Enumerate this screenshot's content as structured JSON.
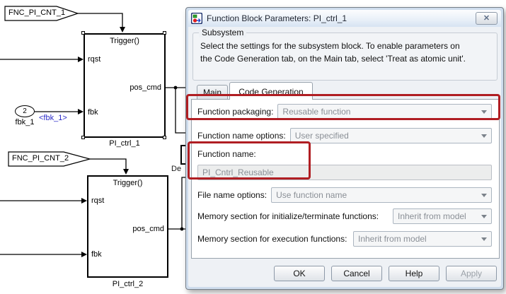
{
  "diagram": {
    "goto_tag_1": "FNC_PI_CNT_1",
    "goto_tag_2": "FNC_PI_CNT_2",
    "block1": {
      "name": "PI_ctrl_1",
      "trigger": "Trigger()",
      "in1": "rqst",
      "in2": "fbk",
      "out": "pos_cmd"
    },
    "block2": {
      "name": "PI_ctrl_2",
      "trigger": "Trigger()",
      "in1": "rqst",
      "in2": "fbk",
      "out": "pos_cmd"
    },
    "inport": {
      "number": "2",
      "label": "fbk_1"
    },
    "signal_label": "<fbk_1>",
    "partial_text": "De"
  },
  "dialog": {
    "title": "Function Block Parameters: PI_ctrl_1",
    "close_glyph": "✕",
    "group_title": "Subsystem",
    "description_line1": "Select the settings for the subsystem block. To enable parameters on",
    "description_line2": "the Code Generation tab, on the Main tab, select 'Treat as atomic unit'.",
    "tabs": {
      "main": "Main",
      "codegen": "Code Generation"
    },
    "fields": {
      "function_packaging": {
        "label": "Function packaging:",
        "value": "Reusable function"
      },
      "function_name_options": {
        "label": "Function name options:",
        "value": "User specified"
      },
      "function_name": {
        "label": "Function name:",
        "value": "PI_Cntrl_Reusable"
      },
      "file_name_options": {
        "label": "File name options:",
        "value": "Use function name"
      },
      "memory_init": {
        "label": "Memory section for initialize/terminate functions:",
        "value": "Inherit from model"
      },
      "memory_exec": {
        "label": "Memory section for execution functions:",
        "value": "Inherit from model"
      }
    },
    "buttons": {
      "ok": "OK",
      "cancel": "Cancel",
      "help": "Help",
      "apply": "Apply"
    }
  },
  "colors": {
    "annotation": "#b01e23",
    "signal_label": "#2a2ac8"
  }
}
